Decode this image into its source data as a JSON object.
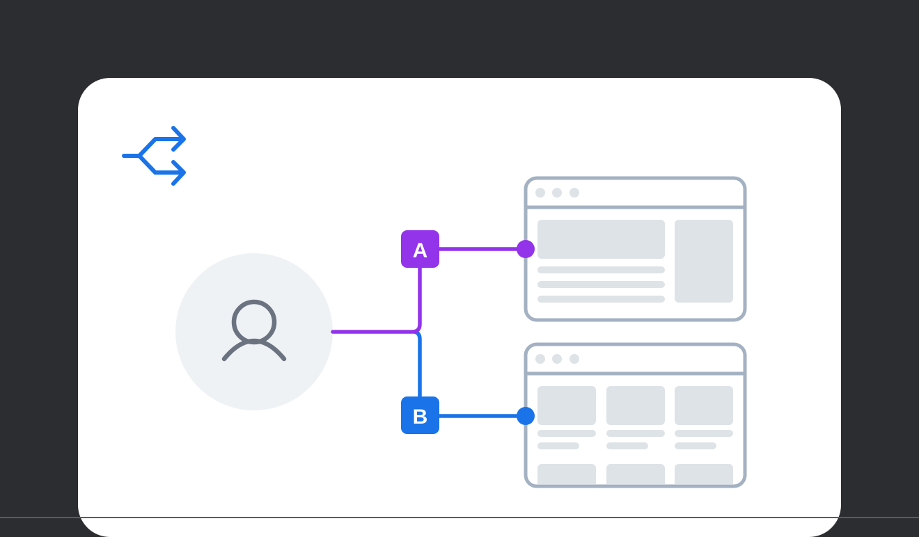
{
  "diagram": {
    "title_icon": "split-arrows-icon",
    "user": {
      "icon": "user-icon"
    },
    "variants": [
      {
        "label": "A",
        "color": "#9333EA",
        "page_layout": "hero-with-sidebar"
      },
      {
        "label": "B",
        "color": "#1A73E8",
        "page_layout": "card-grid"
      }
    ]
  },
  "colors": {
    "background": "#2C2D31",
    "card": "#FFFFFF",
    "accent_blue": "#1A73E8",
    "accent_purple": "#9333EA",
    "browser_outline": "#A3B1C2",
    "skeleton": "#DEE3E8",
    "avatar_bg": "#EFF2F5",
    "avatar_icon": "#6B7280"
  }
}
